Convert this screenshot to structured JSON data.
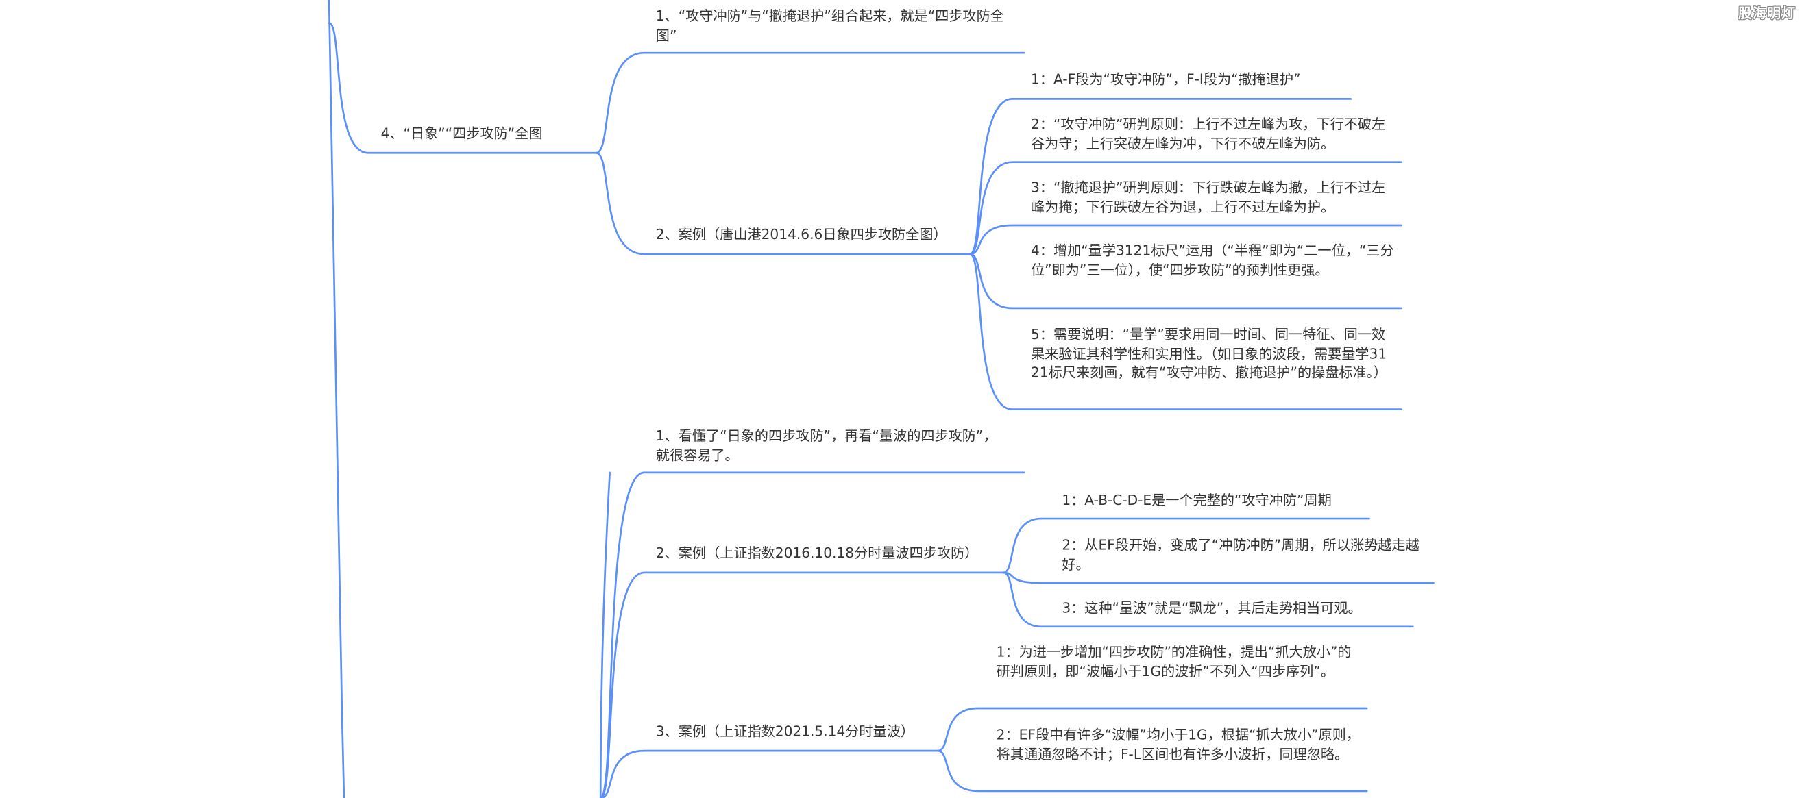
{
  "watermark": "股海明灯",
  "colors": {
    "branch_line": "#5b8ff9",
    "text": "#333333",
    "background": "#ffffff"
  },
  "mindmap": {
    "section4": {
      "title": "4、“日象”“四步攻防”全图",
      "item1": "1、“攻守冲防”与“撤掩退护”组合起来，就是“四步攻防全图”",
      "case": {
        "title": "2、案例（唐山港2014.6.6日象四步攻防全图）",
        "notes": [
          "1：A-F段为“攻守冲防”，F-I段为“撤掩退护”",
          "2：“攻守冲防”研判原则：上行不过左峰为攻，下行不破左谷为守；上行突破左峰为冲，下行不破左峰为防。",
          "3：“撤掩退护”研判原则：下行跌破左峰为撤，上行不过左峰为掩；下行跌破左谷为退，上行不过左峰为护。",
          "4：增加“量学3121标尺”运用（“半程”即为“二一位，“三分位”即为”三一位），使“四步攻防”的预判性更强。",
          "5：需要说明：“量学”要求用同一时间、同一特征、同一效果来验证其科学性和实用性。（如日象的波段，需要量学3121标尺来刻画，就有“攻守冲防、撤掩退护”的操盘标准。）"
        ]
      }
    },
    "section5": {
      "item1": "1、看懂了“日象的四步攻防”，再看“量波的四步攻防”，就很容易了。",
      "case2": {
        "title": "2、案例（上证指数2016.10.18分时量波四步攻防）",
        "notes": [
          "1：A-B-C-D-E是一个完整的“攻守冲防”周期",
          "2：从EF段开始，变成了“冲防冲防”周期，所以涨势越走越好。",
          "3：这种“量波”就是“飘龙”，其后走势相当可观。"
        ]
      },
      "case3": {
        "title": "3、案例（上证指数2021.5.14分时量波）",
        "notes": [
          "1：为进一步增加“四步攻防”的准确性，提出“抓大放小”的研判原则，即“波幅小于1G的波折”不列入“四步序列”。",
          "2：EF段中有许多“波幅”均小于1G，根据“抓大放小”原则，将其通通忽略不计；F-L区间也有许多小波折，同理忽略。"
        ]
      }
    }
  }
}
